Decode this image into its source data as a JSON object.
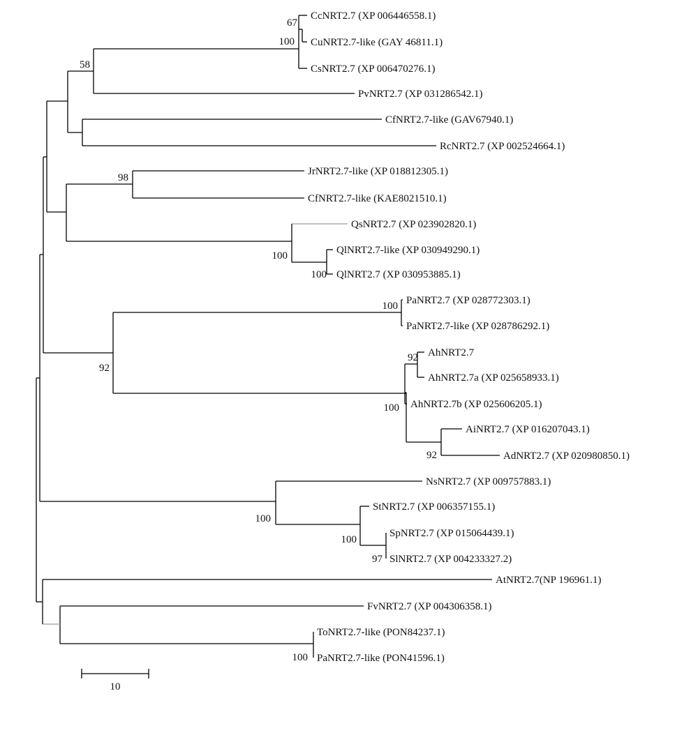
{
  "tree": {
    "taxa": [
      {
        "id": "t1",
        "label": "CcNRT2.7 (XP 006446558.1)"
      },
      {
        "id": "t2",
        "label": "CuNRT2.7-like (GAY 46811.1)"
      },
      {
        "id": "t3",
        "label": "CsNRT2.7 (XP 006470276.1)"
      },
      {
        "id": "t4",
        "label": "PvNRT2.7 (XP 031286542.1)"
      },
      {
        "id": "t5",
        "label": "CfNRT2.7-like (GAV67940.1)"
      },
      {
        "id": "t6",
        "label": "RcNRT2.7 (XP 002524664.1)"
      },
      {
        "id": "t7",
        "label": "JrNRT2.7-like (XP 018812305.1)"
      },
      {
        "id": "t8",
        "label": "CfNRT2.7-like (KAE8021510.1)"
      },
      {
        "id": "t9",
        "label": "QsNRT2.7 (XP 023902820.1)"
      },
      {
        "id": "t10",
        "label": "QlNRT2.7-like (XP 030949290.1)"
      },
      {
        "id": "t11",
        "label": "QlNRT2.7 (XP 030953885.1)"
      },
      {
        "id": "t12",
        "label": "PaNRT2.7 (XP 028772303.1)"
      },
      {
        "id": "t13",
        "label": "PaNRT2.7-like (XP 028786292.1)"
      },
      {
        "id": "t14",
        "label": "AhNRT2.7"
      },
      {
        "id": "t15",
        "label": "AhNRT2.7a (XP 025658933.1)"
      },
      {
        "id": "t16",
        "label": "AhNRT2.7b (XP 025606205.1)"
      },
      {
        "id": "t17",
        "label": "AiNRT2.7 (XP 016207043.1)"
      },
      {
        "id": "t18",
        "label": "AdNRT2.7 (XP 020980850.1)"
      },
      {
        "id": "t19",
        "label": "NsNRT2.7 (XP 009757883.1)"
      },
      {
        "id": "t20",
        "label": "StNRT2.7 (XP 006357155.1)"
      },
      {
        "id": "t21",
        "label": "SpNRT2.7 (XP 015064439.1)"
      },
      {
        "id": "t22",
        "label": "SlNRT2.7 (XP 004233327.2)"
      },
      {
        "id": "t23",
        "label": "AtNRT2.7(NP 196961.1)"
      },
      {
        "id": "t24",
        "label": "FvNRT2.7 (XP 004306358.1)"
      },
      {
        "id": "t25",
        "label": "ToNRT2.7-like (PON84237.1)"
      },
      {
        "id": "t26",
        "label": "PaNRT2.7-like (PON41596.1)"
      }
    ],
    "bootstrap": [
      {
        "id": "b1",
        "value": "67"
      },
      {
        "id": "b2",
        "value": "100"
      },
      {
        "id": "b3",
        "value": "58"
      },
      {
        "id": "b4",
        "value": "98"
      },
      {
        "id": "b5",
        "value": "100"
      },
      {
        "id": "b6",
        "value": "100"
      },
      {
        "id": "b7",
        "value": "100"
      },
      {
        "id": "b8",
        "value": "92"
      },
      {
        "id": "b9",
        "value": "92"
      },
      {
        "id": "b10",
        "value": "100"
      },
      {
        "id": "b11",
        "value": "92"
      },
      {
        "id": "b12",
        "value": "100"
      },
      {
        "id": "b13",
        "value": "100"
      },
      {
        "id": "b14",
        "value": "97"
      },
      {
        "id": "b15",
        "value": "100"
      }
    ],
    "scale_bar": {
      "value": 10,
      "label": "10"
    }
  }
}
